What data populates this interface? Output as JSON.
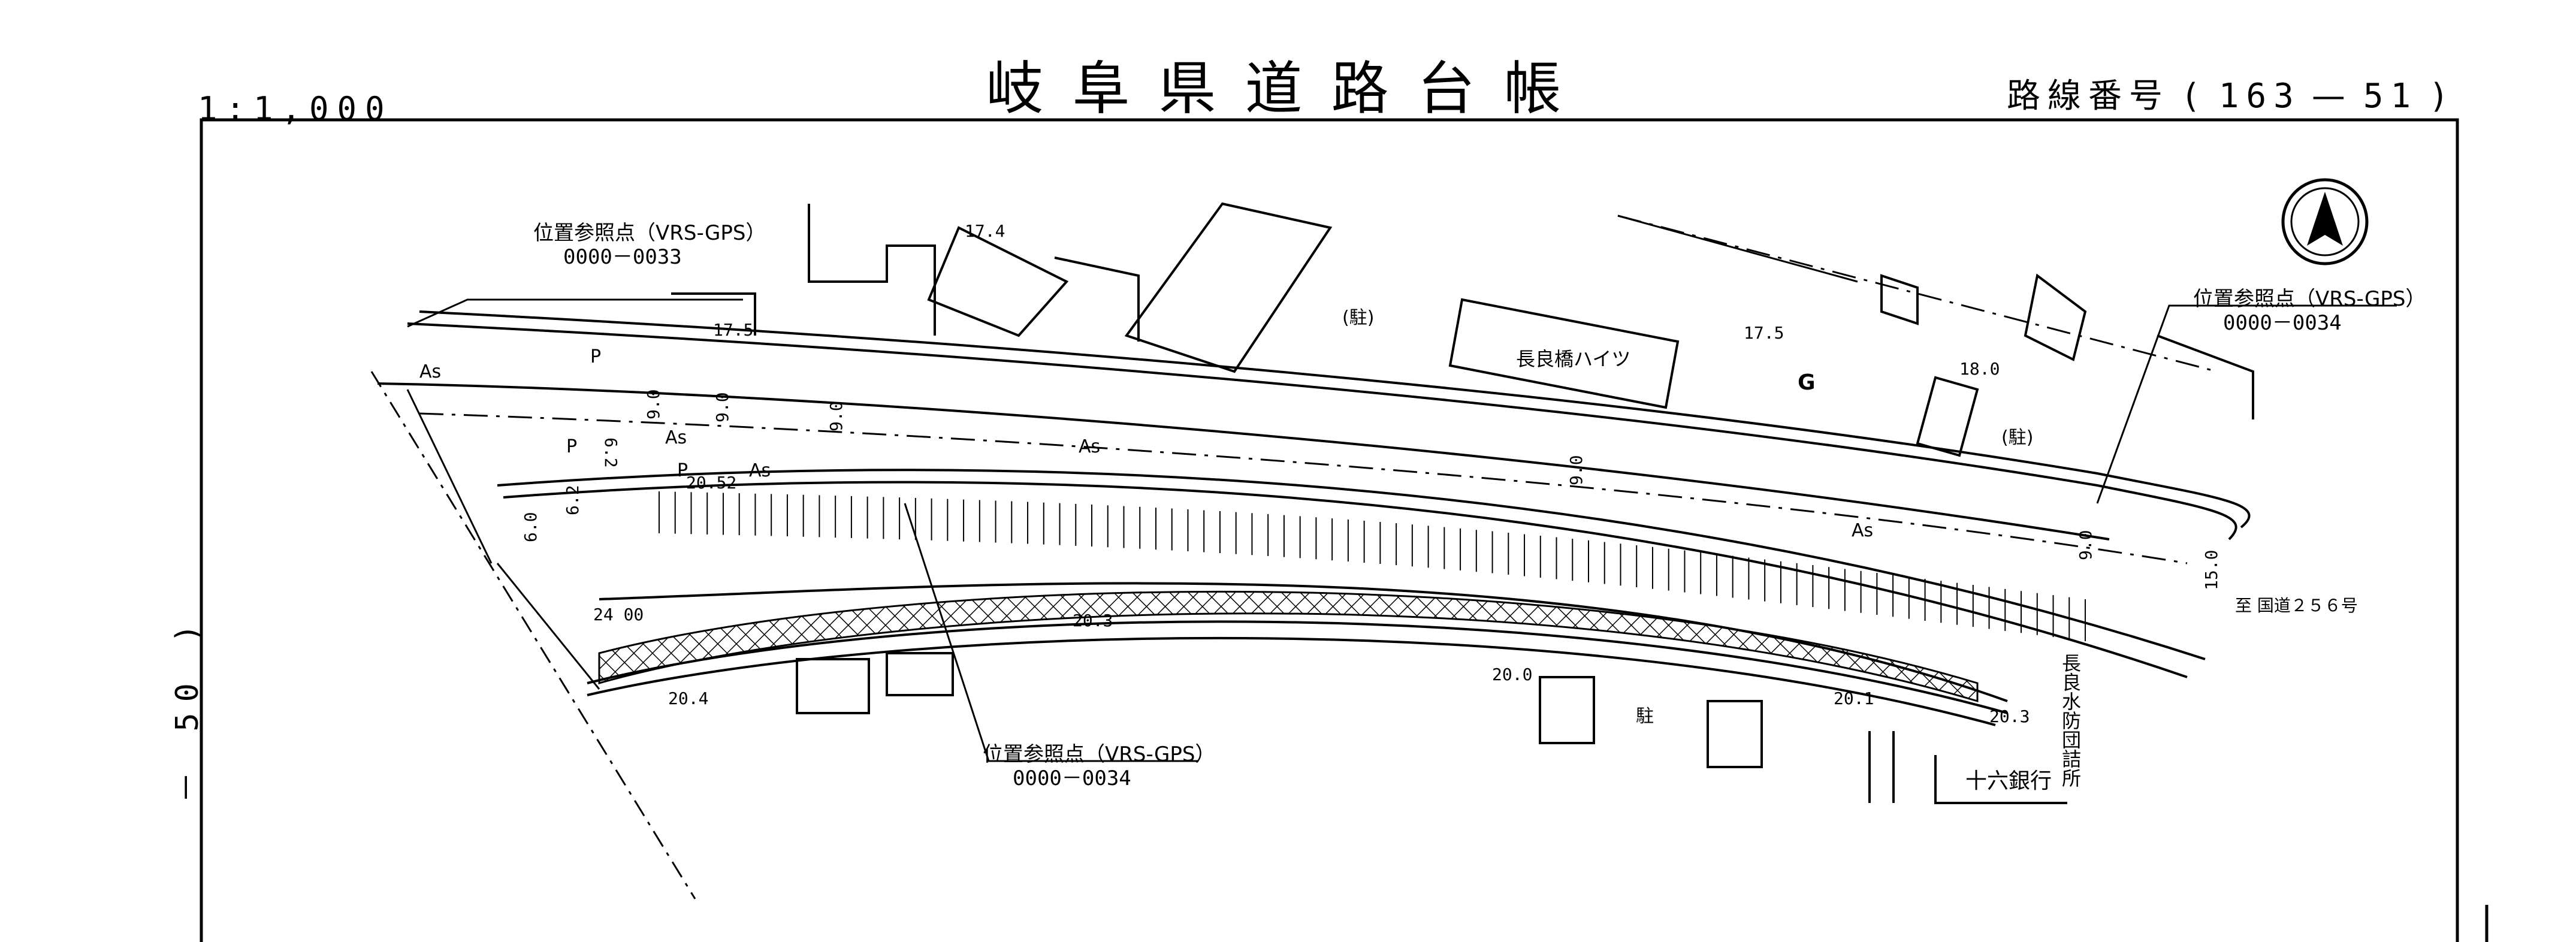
{
  "header": {
    "title": "岐阜県道路台帳",
    "scale": "1:1,000",
    "route_label": "路線番号",
    "route_number_open": "(",
    "route_number_a": "163",
    "route_dash": "—",
    "route_number_b": "51",
    "route_number_close": ")"
  },
  "side_label": "－ 50 )",
  "reference_points": [
    {
      "title": "位置参照点（VRS-GPS）",
      "code": "0000－0033"
    },
    {
      "title": "位置参照点（VRS-GPS）",
      "code": "0000－0034"
    },
    {
      "title": "位置参照点（VRS-GPS）",
      "code": "0000－0034"
    }
  ],
  "labels": {
    "parking_1": "(駐)",
    "parking_2": "(駐)",
    "parking_3": "駐",
    "building_haitsu": "長良橋ハイツ",
    "g_mark": "G",
    "bank": "十六銀行",
    "fire_station": "長良水防団詰所",
    "direction": "至 国道２５６号",
    "as": "As",
    "p": "P"
  },
  "elevations": {
    "e175a": "17.5",
    "e175b": "17.5",
    "e174": "17.4",
    "e180": "18.0",
    "e2052": "20.52",
    "e2400": "24 00",
    "e203a": "20.3",
    "e200": "20.0",
    "e204": "20.4",
    "e201": "20.1",
    "e203b": "20.3"
  },
  "widths": {
    "w90a": "9.0",
    "w90b": "9.0",
    "w90c": "9.0",
    "w90d": "9.0",
    "w90e": "9.0",
    "w62a": "6.2",
    "w62b": "6.2",
    "w60": "6.0",
    "w150": "15.0"
  },
  "colors": {
    "ink": "#000000",
    "paper": "#ffffff"
  }
}
